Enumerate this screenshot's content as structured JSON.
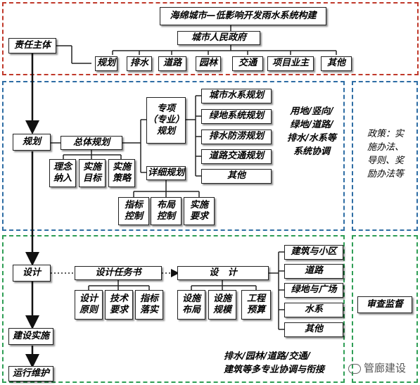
{
  "top": {
    "title": "海绵城市—低影响开发雨水系统构建",
    "government": "城市人民政府",
    "departments": [
      "规划",
      "排水",
      "道路",
      "园林",
      "交通",
      "项目业主",
      "其他"
    ]
  },
  "left_chain": {
    "responsible": "责任主体",
    "planning": "规划",
    "design": "设计",
    "construction": "建设实施",
    "operation": "运行维护"
  },
  "planning": {
    "overall": "总体规划",
    "overall_children": [
      "理念\n纳入",
      "实施\n目标",
      "实施\n策略"
    ],
    "special": "专项\n（专业）\n规划",
    "special_children": [
      "城市水系规划",
      "绿地系统规划",
      "排水防涝规划",
      "道路交通规划",
      "其他"
    ],
    "detailed": "详细规划",
    "detailed_children": [
      "指标\n控制",
      "布局\n控制",
      "实施\n要求"
    ],
    "coordination": "用地/竖向/\n绿地/道路/\n排水/水系等\n系统协调",
    "policy": "政策：实\n施办法、\n导则、奖\n励办法等"
  },
  "design": {
    "task_book": "设计任务书",
    "task_children": [
      "设计\n原则",
      "技术\n要求",
      "指标\n落实"
    ],
    "design": "设   计",
    "design_children": [
      "设施\n布局",
      "设施\n规模",
      "工程\n预算"
    ],
    "fields": [
      "建筑与小区",
      "道路",
      "绿地与广场",
      "水系",
      "其他"
    ],
    "review": "审查监督",
    "coordination": "排水/园林/道路/交通/\n建筑等多专业协调与衔接"
  },
  "watermark": "管廊建设",
  "colors": {
    "top_region": "#c0392b",
    "mid_region": "#2e6da4",
    "bottom_region": "#2f9e55"
  }
}
